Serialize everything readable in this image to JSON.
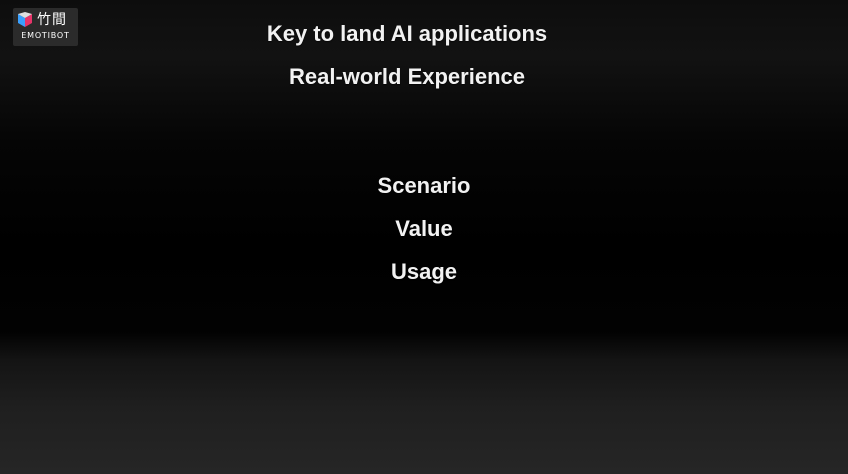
{
  "logo": {
    "name_cn": "竹間",
    "name_en": "EMOTIBOT",
    "icon": "emotibot-logo-icon",
    "colors": [
      "#3aa0ff",
      "#e8346a",
      "#ffffff"
    ]
  },
  "slide": {
    "title": "Key to land AI applications",
    "subtitle": "Real-world Experience",
    "items": [
      "Scenario",
      "Value",
      "Usage"
    ]
  },
  "colors": {
    "background": "#000000",
    "text": "#f2f2f2"
  }
}
